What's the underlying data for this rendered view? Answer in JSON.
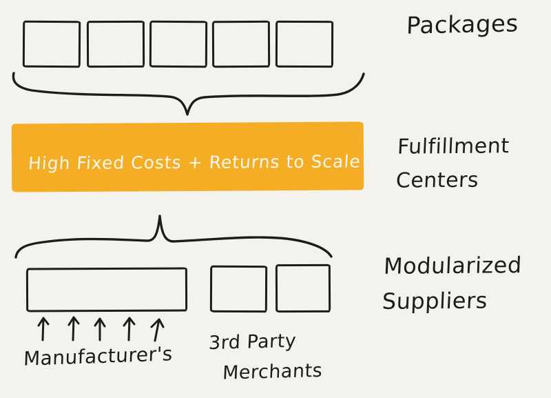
{
  "page": {
    "background_color": "#F3F2EC",
    "ink_color": "#1C1C1C"
  },
  "top_section": {
    "label": "Packages",
    "package_box_count": 5
  },
  "middle_section": {
    "banner_text": "High Fixed Costs + Returns to Scale",
    "banner_color": "#F4AD25",
    "banner_text_color": "#FCF8ED",
    "label_line1": "Fulfillment",
    "label_line2": "Centers"
  },
  "bottom_section": {
    "label_line1": "Modularized",
    "label_line2": "Suppliers",
    "manufacturer_label": "Manufacturer's",
    "manufacturer_arrow_count": 5,
    "merchant_label_line1": "3rd Party",
    "merchant_label_line2": "Merchants",
    "supplier_wide_box_count": 1,
    "merchant_box_count": 2
  }
}
